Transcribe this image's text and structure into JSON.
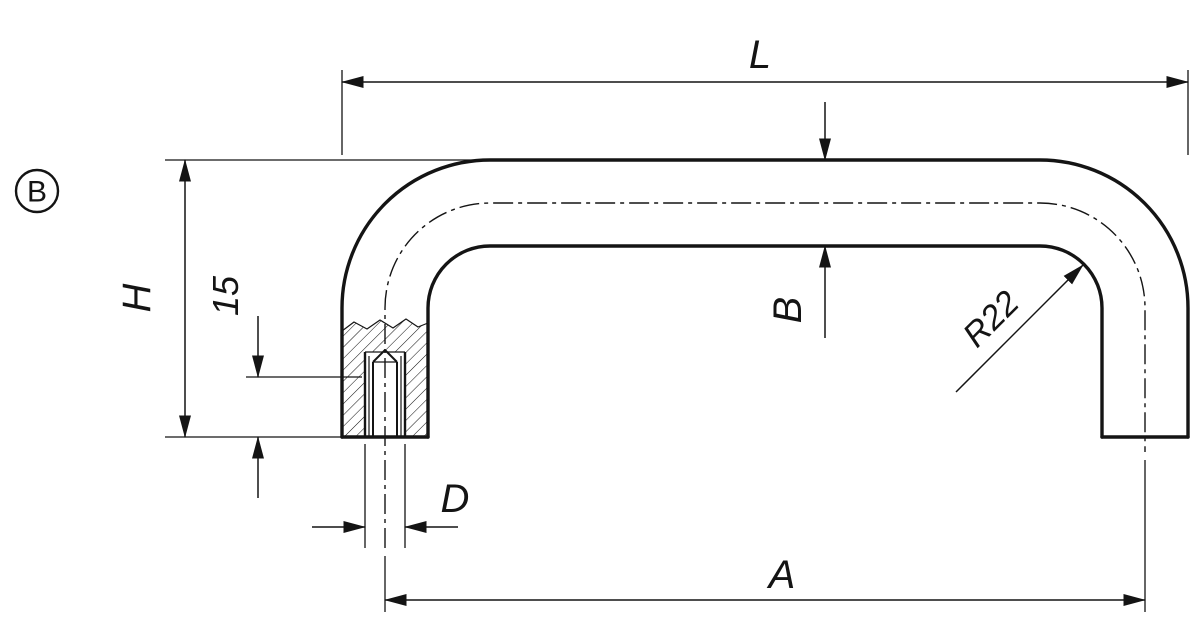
{
  "drawing": {
    "type": "technical-drawing",
    "subject": "U-shaped pull handle, side view with sectioned mounting leg",
    "view_label": "B",
    "labels": {
      "overall_length": "L",
      "height": "H",
      "thread_depth": "15",
      "bar_thickness": "B",
      "bend_radius": "R22",
      "hole_diameter": "D",
      "center_distance": "A"
    },
    "colors": {
      "ink": "#141414",
      "background": "#ffffff"
    }
  }
}
